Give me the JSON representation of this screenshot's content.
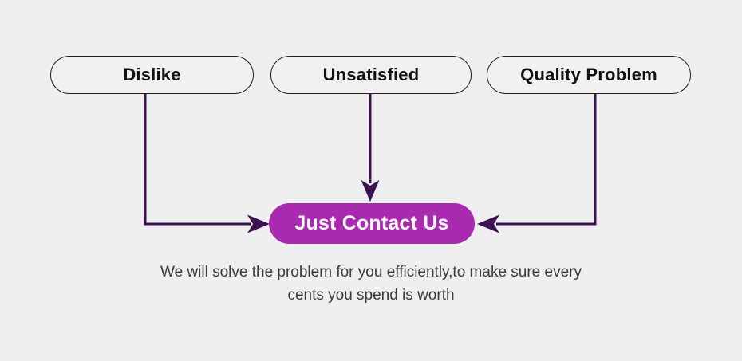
{
  "diagram": {
    "sources": [
      {
        "label": "Dislike"
      },
      {
        "label": "Unsatisfied"
      },
      {
        "label": "Quality Problem"
      }
    ],
    "cta": {
      "label": "Just Contact Us"
    },
    "caption": {
      "line1": "We will solve the problem for you efficiently,to make sure every",
      "line2": "cents you spend is worth"
    },
    "colors": {
      "background": "#EFEFEF",
      "pill_fill": "#F1F1F1",
      "pill_border": "#1F1F1F",
      "heading_text": "#111111",
      "arrow": "#3C1053",
      "cta_fill": "#A92AB1",
      "cta_text": "#FFFFFF",
      "caption_text": "#3B3B3B"
    }
  }
}
